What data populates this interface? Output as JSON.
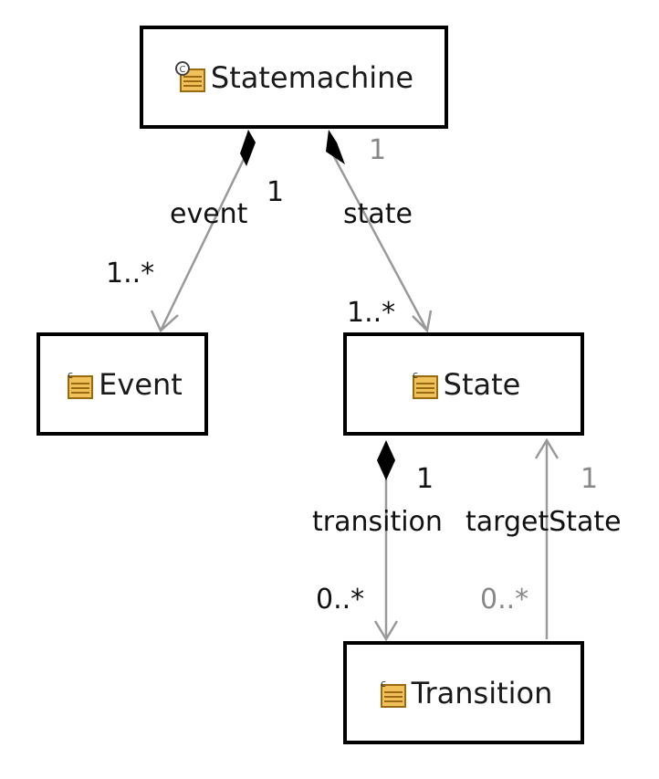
{
  "colors": {
    "box_border": "#000000",
    "connector": "#999999",
    "text": "#111111",
    "muted_text": "#888888",
    "icon_fill": "#f0c05a",
    "icon_stroke": "#9a6a10"
  },
  "classes": {
    "statemachine": {
      "name": "Statemachine",
      "icon": "abstract-class-icon"
    },
    "event": {
      "name": "Event",
      "icon": "class-icon"
    },
    "state": {
      "name": "State",
      "icon": "class-icon"
    },
    "transition": {
      "name": "Transition",
      "icon": "class-icon"
    }
  },
  "references": {
    "event": {
      "role": "event",
      "source_multiplicity": "1",
      "target_multiplicity": "1..*",
      "kind": "containment"
    },
    "state": {
      "role": "state",
      "source_multiplicity": "1",
      "target_multiplicity": "1..*",
      "kind": "containment"
    },
    "transition": {
      "role": "transition",
      "source_multiplicity": "1",
      "target_multiplicity": "0..*",
      "kind": "containment"
    },
    "targetState": {
      "role": "targetState",
      "source_multiplicity": "0..*",
      "target_multiplicity": "1",
      "kind": "reference"
    }
  }
}
